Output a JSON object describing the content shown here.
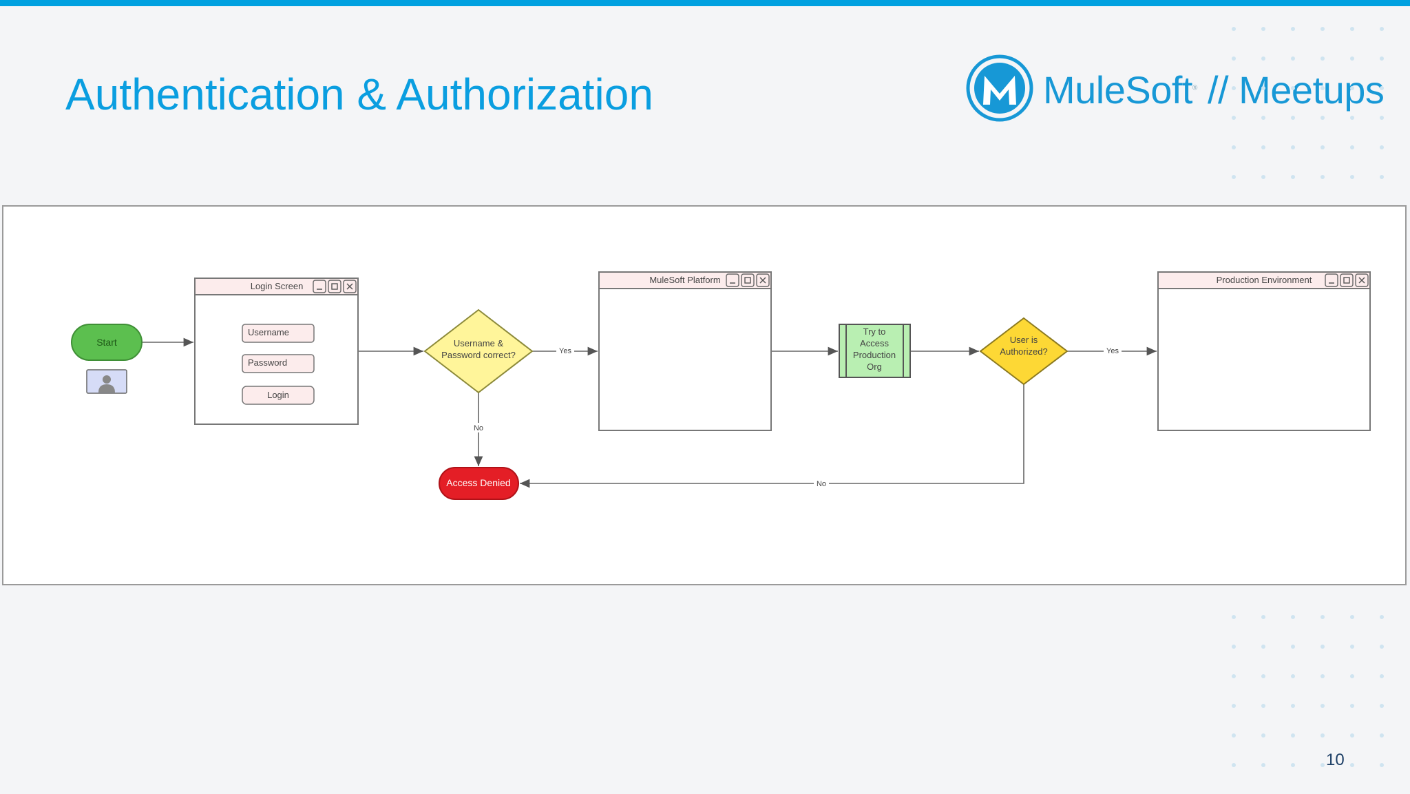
{
  "slide": {
    "title": "Authentication & Authorization",
    "page_number": "10",
    "accent_color": "#00a1e0"
  },
  "logo": {
    "brand": "MuleSoft",
    "separator": "//",
    "product": "Meetups",
    "icon": "mulesoft-m-logo"
  },
  "diagram": {
    "start": "Start",
    "user_icon": "user-avatar-icon",
    "login_window": {
      "title": "Login Screen",
      "username": "Username",
      "password": "Password",
      "login": "Login"
    },
    "decision1": {
      "line1": "Username &",
      "line2": "Password correct?"
    },
    "decision1_yes": "Yes",
    "decision1_no": "No",
    "platform_window": {
      "title": "MuleSoft Platform"
    },
    "process": {
      "line1": "Try to",
      "line2": "Access",
      "line3": "Production",
      "line4": "Org"
    },
    "decision2": {
      "line1": "User is",
      "line2": "Authorized?"
    },
    "decision2_yes": "Yes",
    "decision2_no": "No",
    "production_window": {
      "title": "Production Environment"
    },
    "denied": "Access Denied",
    "colors": {
      "start": "#5cbf4f",
      "decision1": "#fff59a",
      "decision2": "#fdd835",
      "process": "#b9efb2",
      "denied": "#e41e26",
      "window_title": "#fcecec"
    }
  }
}
